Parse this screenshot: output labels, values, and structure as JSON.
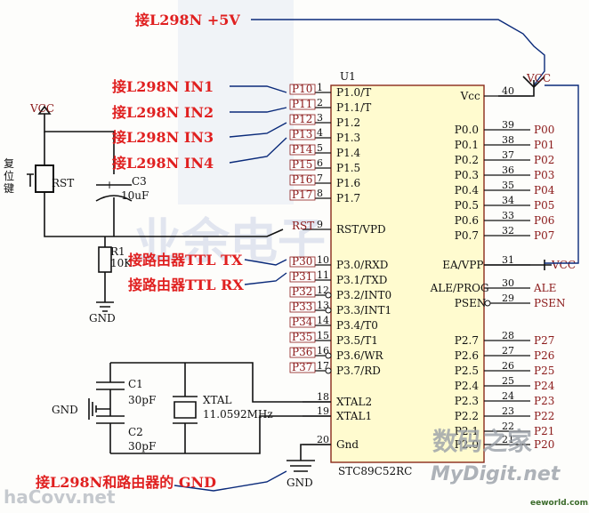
{
  "chip": {
    "ref": "U1",
    "part": "STC89C52RC"
  },
  "labels": {
    "vcc": "VCC",
    "gnd": "GND"
  },
  "annotations": {
    "l298n_5v": "接L298N +5V",
    "in1": "接L298N IN1",
    "in2": "接L298N IN2",
    "in3": "接L298N IN3",
    "in4": "接L298N IN4",
    "ttl_tx": "接路由器TTL TX",
    "ttl_rx": "接路由器TTL RX",
    "gnd": "接L298N和路由器的 GND"
  },
  "components": {
    "rst": "RST",
    "reset_key_1": "复",
    "reset_key_2": "位",
    "reset_key_3": "键",
    "plus": "+",
    "c3_ref": "C3",
    "c3_value": "10uF",
    "r1_ref": "R1",
    "r1_value": "10K",
    "c1_ref": "C1",
    "c1_value": "30pF",
    "c2_ref": "C2",
    "c2_value": "30pF",
    "xtal_ref": "XTAL",
    "xtal_value": "11.0592MHz"
  },
  "left_pins": [
    {
      "net": "P10",
      "num": "1",
      "name": "P1.0/T"
    },
    {
      "net": "P11",
      "num": "2",
      "name": "P1.1/T"
    },
    {
      "net": "P12",
      "num": "3",
      "name": "P1.2"
    },
    {
      "net": "P13",
      "num": "4",
      "name": "P1.3"
    },
    {
      "net": "P14",
      "num": "5",
      "name": "P1.4"
    },
    {
      "net": "P15",
      "num": "6",
      "name": "P1.5"
    },
    {
      "net": "P16",
      "num": "7",
      "name": "P1.6"
    },
    {
      "net": "P17",
      "num": "8",
      "name": "P1.7"
    },
    {
      "net": "RST",
      "num": "9",
      "name": "RST/VPD"
    },
    {
      "net": "P30",
      "num": "10",
      "name": "P3.0/RXD"
    },
    {
      "net": "P31",
      "num": "11",
      "name": "P3.1/TXD"
    },
    {
      "net": "P32",
      "num": "12",
      "name": "P3.2/INT0"
    },
    {
      "net": "P33",
      "num": "13",
      "name": "P3.3/INT1"
    },
    {
      "net": "P34",
      "num": "14",
      "name": "P3.4/T0"
    },
    {
      "net": "P35",
      "num": "15",
      "name": "P3.5/T1"
    },
    {
      "net": "P36",
      "num": "16",
      "name": "P3.6/WR"
    },
    {
      "net": "P37",
      "num": "17",
      "name": "P3.7/RD"
    },
    {
      "net": "",
      "num": "18",
      "name": "XTAL2"
    },
    {
      "net": "",
      "num": "19",
      "name": "XTAL1"
    },
    {
      "net": "",
      "num": "20",
      "name": "Gnd"
    }
  ],
  "right_pins": [
    {
      "net": "",
      "num": "40",
      "name": "Vcc"
    },
    {
      "net": "P00",
      "num": "39",
      "name": "P0.0"
    },
    {
      "net": "P01",
      "num": "38",
      "name": "P0.1"
    },
    {
      "net": "P02",
      "num": "37",
      "name": "P0.2"
    },
    {
      "net": "P03",
      "num": "36",
      "name": "P0.3"
    },
    {
      "net": "P04",
      "num": "35",
      "name": "P0.4"
    },
    {
      "net": "P05",
      "num": "34",
      "name": "P0.5"
    },
    {
      "net": "P06",
      "num": "33",
      "name": "P0.6"
    },
    {
      "net": "P07",
      "num": "32",
      "name": "P0.7"
    },
    {
      "net": "VCC",
      "num": "31",
      "name": "EA/VPP"
    },
    {
      "net": "ALE",
      "num": "30",
      "name": "ALE/PROG"
    },
    {
      "net": "PSEN",
      "num": "29",
      "name": "PSEN"
    },
    {
      "net": "P27",
      "num": "28",
      "name": "P2.7"
    },
    {
      "net": "P26",
      "num": "27",
      "name": "P2.6"
    },
    {
      "net": "P25",
      "num": "26",
      "name": "P2.5"
    },
    {
      "net": "P24",
      "num": "25",
      "name": "P2.4"
    },
    {
      "net": "P23",
      "num": "24",
      "name": "P2.3"
    },
    {
      "net": "P22",
      "num": "23",
      "name": "P2.2"
    },
    {
      "net": "P21",
      "num": "22",
      "name": "P2.1"
    },
    {
      "net": "P20",
      "num": "21",
      "name": "P2.0"
    }
  ],
  "watermark": {
    "bg_text": "业余电子",
    "digit_cn": "数码之家",
    "mydigit": "MyDigit.net",
    "eeworld": "eeworld.com.cn",
    "hacovv": "haCovv.net"
  },
  "colors": {
    "annotation": "#e02020",
    "net_label": "#8b1a1a",
    "wire": "#0a2a7a",
    "chip_fill": "#fffbcf"
  }
}
